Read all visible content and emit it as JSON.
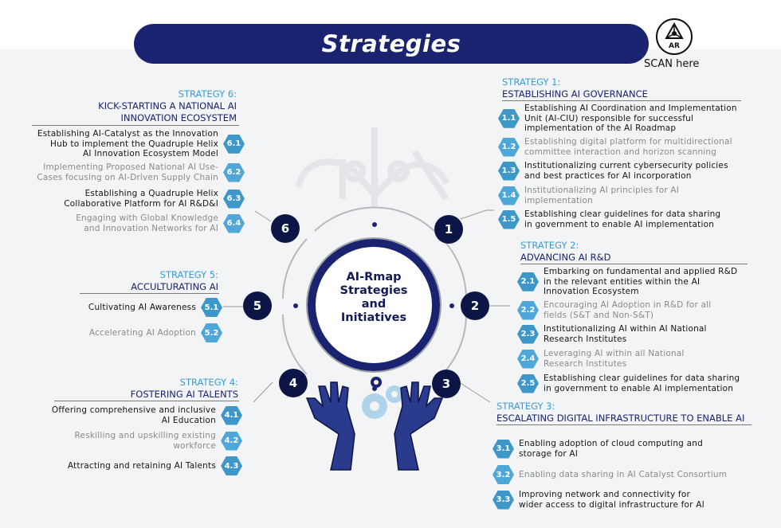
{
  "title": "Strategies",
  "scan_text": "SCAN here",
  "logo_text": "AR",
  "hub": {
    "lines": [
      "AI-Rmap",
      "Strategies",
      "and",
      "Initiatives"
    ]
  },
  "nodes": [
    "1",
    "2",
    "3",
    "4",
    "5",
    "6"
  ],
  "colors": {
    "navy": "#1a2370",
    "accent": "#3e97c9",
    "background": "#f3f4f6",
    "gray_text": "#8a8a8a"
  },
  "strategies": {
    "s1": {
      "label": "STRATEGY 1:",
      "name_lines": [
        "ESTABLISHING AI GOVERNANCE"
      ],
      "items": [
        {
          "num": "1.1",
          "lines": [
            "Establishing AI Coordination and Implementation",
            "Unit (AI-CIU) responsible for successful",
            "implementation of the AI Roadmap"
          ],
          "style": "dark"
        },
        {
          "num": "1.2",
          "lines": [
            "Establishing digital platform for multidirectional",
            "committee interaction and horizon scanning"
          ],
          "style": "light"
        },
        {
          "num": "1.3",
          "lines": [
            "Institutionalizing current cybersecurity policies",
            "and best practices for AI incorporation"
          ],
          "style": "dark"
        },
        {
          "num": "1.4",
          "lines": [
            "Institutionalizing AI principles  for AI",
            "implementation"
          ],
          "style": "light"
        },
        {
          "num": "1.5",
          "lines": [
            "Establishing clear guidelines for data sharing",
            "in government to enable AI implementation"
          ],
          "style": "dark"
        }
      ]
    },
    "s2": {
      "label": "STRATEGY 2:",
      "name_lines": [
        "ADVANCING AI R&D"
      ],
      "items": [
        {
          "num": "2.1",
          "lines": [
            "Embarking on fundamental and applied R&D",
            "in the relevant entities within the AI",
            "Innovation Ecosystem"
          ],
          "style": "dark"
        },
        {
          "num": "2.2",
          "lines": [
            "Encouraging AI Adoption in R&D for all",
            "fields (S&T and Non-S&T)"
          ],
          "style": "light"
        },
        {
          "num": "2.3",
          "lines": [
            "Institutionalizing AI within AI National",
            "Research Institutes"
          ],
          "style": "dark"
        },
        {
          "num": "2.4",
          "lines": [
            "Leveraging AI within all National",
            "Research Institutes"
          ],
          "style": "light"
        },
        {
          "num": "2.5",
          "lines": [
            "Establishing clear guidelines for data sharing",
            "in government to enable AI implementation"
          ],
          "style": "dark"
        }
      ]
    },
    "s3": {
      "label": "STRATEGY 3:",
      "name_lines": [
        "ESCALATING DIGITAL INFRASTRUCTURE TO ENABLE AI"
      ],
      "items": [
        {
          "num": "3.1",
          "lines": [
            "Enabling adoption of cloud computing and",
            "storage for AI"
          ],
          "style": "dark"
        },
        {
          "num": "3.2",
          "lines": [
            "Enabling data sharing in AI Catalyst Consortium"
          ],
          "style": "light"
        },
        {
          "num": "3.3",
          "lines": [
            "Improving network and connectivity for",
            "wider access to digital infrastructure for AI"
          ],
          "style": "dark"
        }
      ]
    },
    "s4": {
      "label": "STRATEGY 4:",
      "name_lines": [
        "FOSTERING AI TALENTS"
      ],
      "items": [
        {
          "num": "4.1",
          "lines": [
            "Offering comprehensive and inclusive",
            "AI Education"
          ],
          "style": "dark"
        },
        {
          "num": "4.2",
          "lines": [
            "Reskilling and upskilling existing",
            "workforce"
          ],
          "style": "light"
        },
        {
          "num": "4.3",
          "lines": [
            "Attracting and retaining AI Talents"
          ],
          "style": "dark"
        }
      ]
    },
    "s5": {
      "label": "STRATEGY 5:",
      "name_lines": [
        "ACCULTURATING AI"
      ],
      "items": [
        {
          "num": "5.1",
          "lines": [
            "Cultivating AI Awareness"
          ],
          "style": "dark"
        },
        {
          "num": "5.2",
          "lines": [
            "Accelerating AI Adoption"
          ],
          "style": "light"
        }
      ]
    },
    "s6": {
      "label": "STRATEGY 6:",
      "name_lines": [
        "KICK-STARTING A NATIONAL AI",
        "INNOVATION ECOSYSTEM"
      ],
      "items": [
        {
          "num": "6.1",
          "lines": [
            "Establishing AI-Catalyst as the Innovation",
            "Hub to implement the Quadruple Helix",
            "AI Innovation Ecosystem Model"
          ],
          "style": "dark"
        },
        {
          "num": "6.2",
          "lines": [
            "Implementing Proposed National AI Use-",
            "Cases focusing on AI-Driven Supply Chain"
          ],
          "style": "light"
        },
        {
          "num": "6.3",
          "lines": [
            "Establishing a Quadruple Helix",
            "Collaborative Platform for AI R&D&I"
          ],
          "style": "dark"
        },
        {
          "num": "6.4",
          "lines": [
            "Engaging with Global Knowledge",
            "and Innovation Networks for AI"
          ],
          "style": "light"
        }
      ]
    }
  }
}
